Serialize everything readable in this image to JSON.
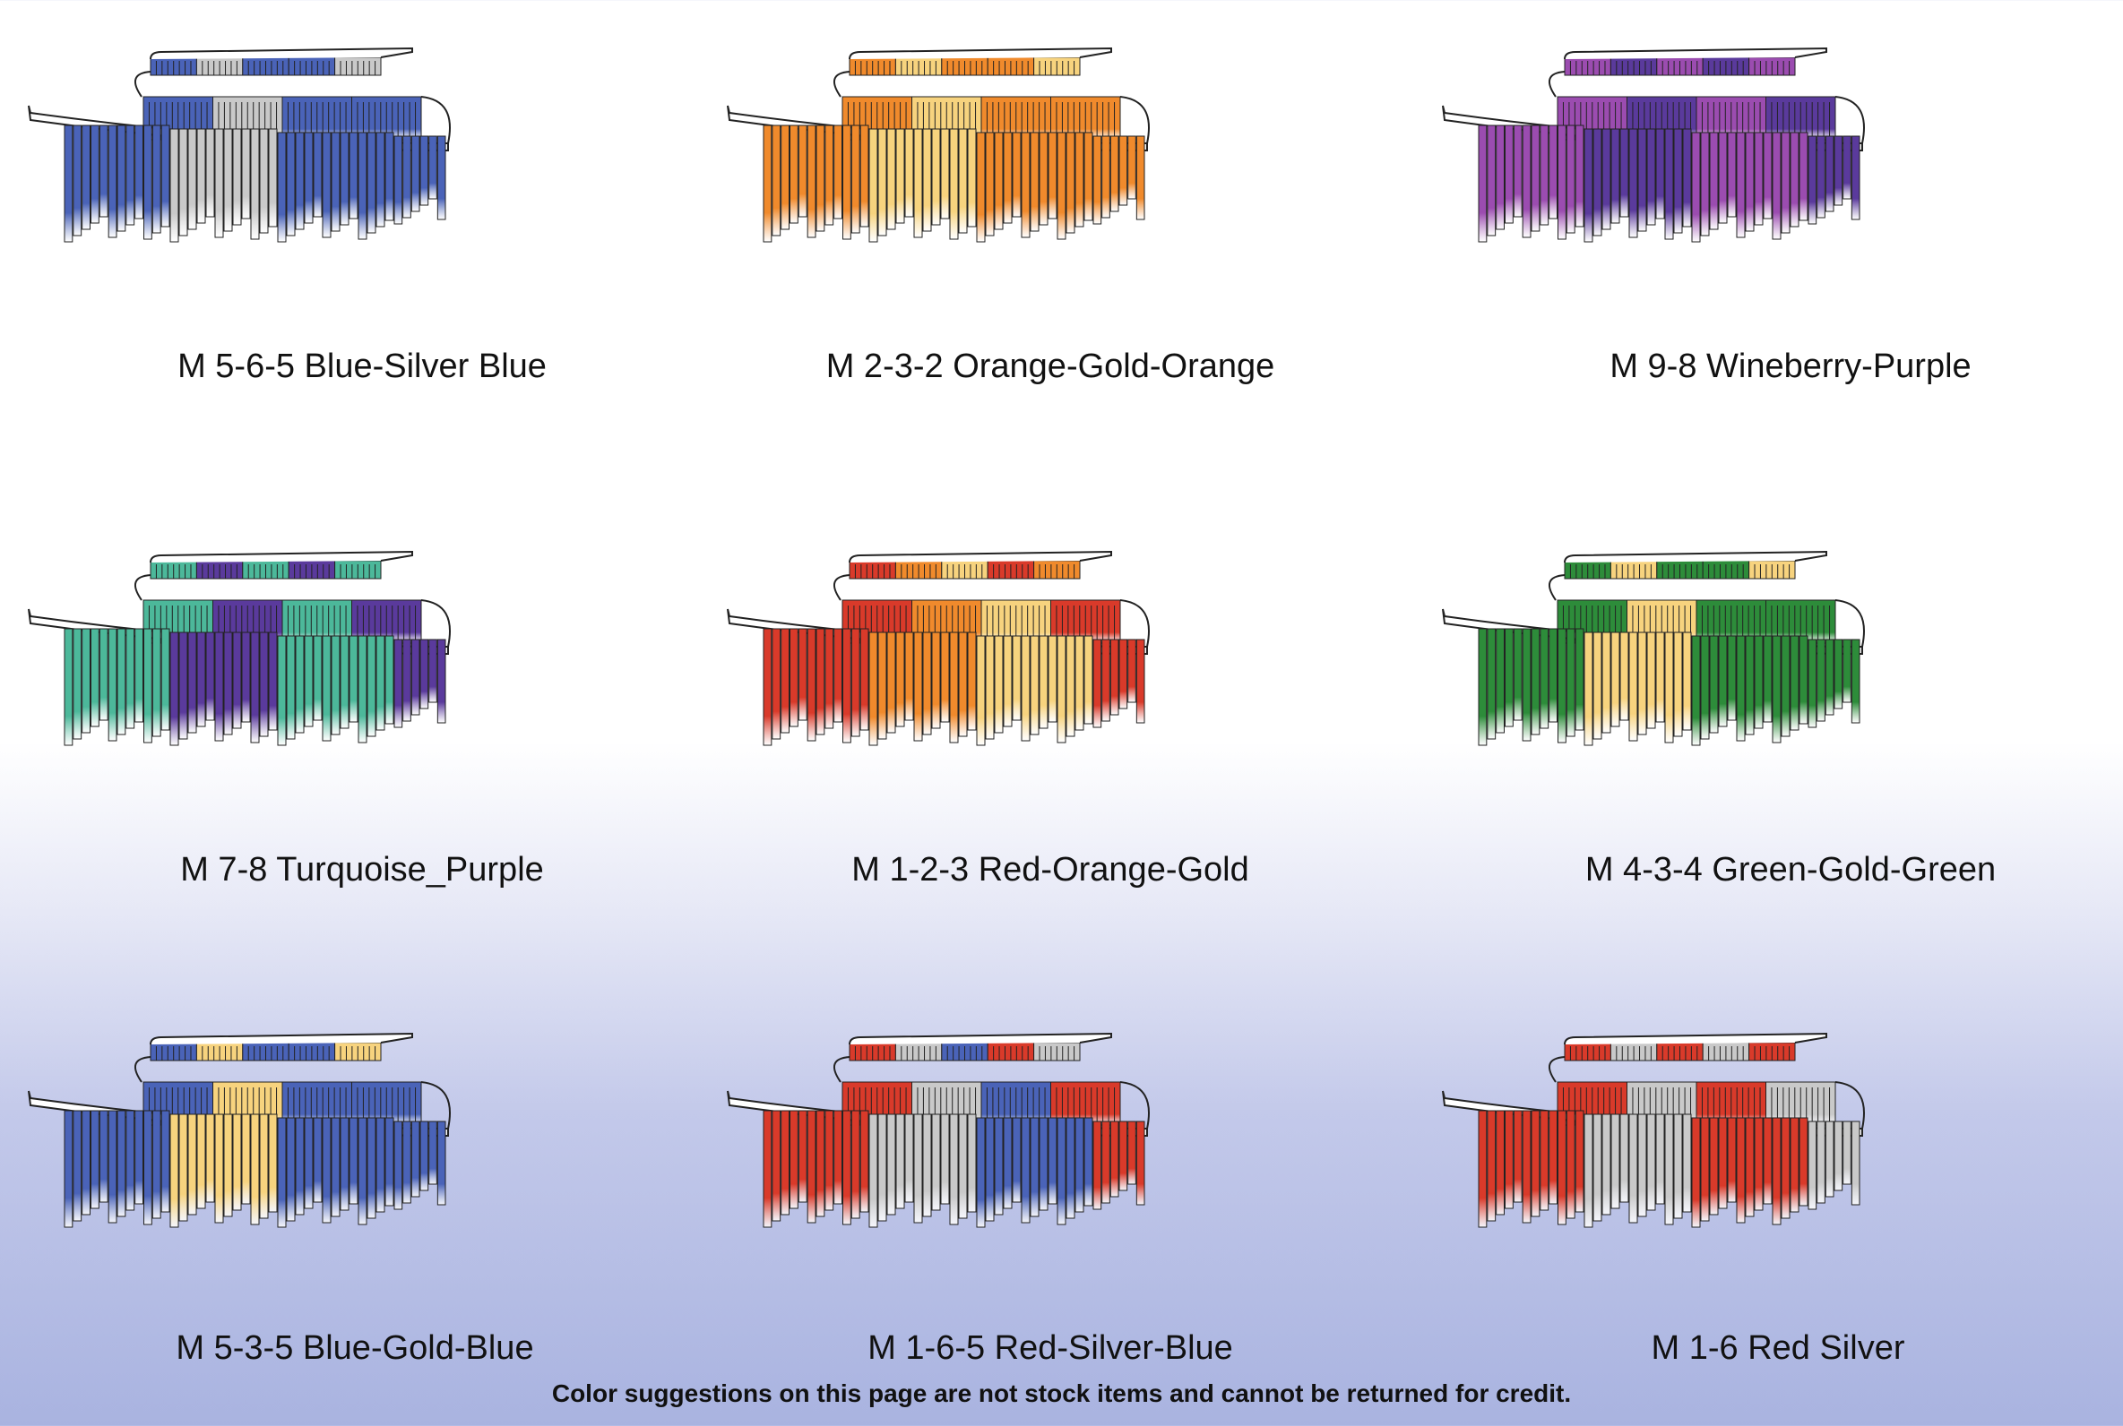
{
  "swatches": [
    {
      "label": "M 5-6-5 Blue-Silver Blue",
      "colors": [
        "#4a63b8",
        "#c9c9c9",
        "#4a63b8"
      ]
    },
    {
      "label": "M 2-3-2 Orange-Gold-Orange",
      "colors": [
        "#f08a2c",
        "#f7d37e",
        "#f08a2c"
      ]
    },
    {
      "label": "M 9-8 Wineberry-Purple",
      "colors": [
        "#9b4cb0",
        "#5a3a9c"
      ]
    },
    {
      "label": "M 7-8 Turquoise_Purple",
      "colors": [
        "#4cb89a",
        "#5a3a9c"
      ]
    },
    {
      "label": "M 1-2-3 Red-Orange-Gold",
      "colors": [
        "#d93a2a",
        "#f08a2c",
        "#f7d37e"
      ]
    },
    {
      "label": "M 4-3-4 Green-Gold-Green",
      "colors": [
        "#2d8c3a",
        "#f7d37e",
        "#2d8c3a"
      ]
    },
    {
      "label": "M 5-3-5 Blue-Gold-Blue",
      "colors": [
        "#4a63b8",
        "#f7d37e",
        "#4a63b8"
      ]
    },
    {
      "label": "M 1-6-5 Red-Silver-Blue",
      "colors": [
        "#d93a2a",
        "#c9c9c9",
        "#4a63b8"
      ]
    },
    {
      "label": "M 1-6 Red Silver",
      "colors": [
        "#d93a2a",
        "#c9c9c9"
      ]
    }
  ],
  "footer": "Color suggestions on this page are not stock items and cannot be returned for credit."
}
